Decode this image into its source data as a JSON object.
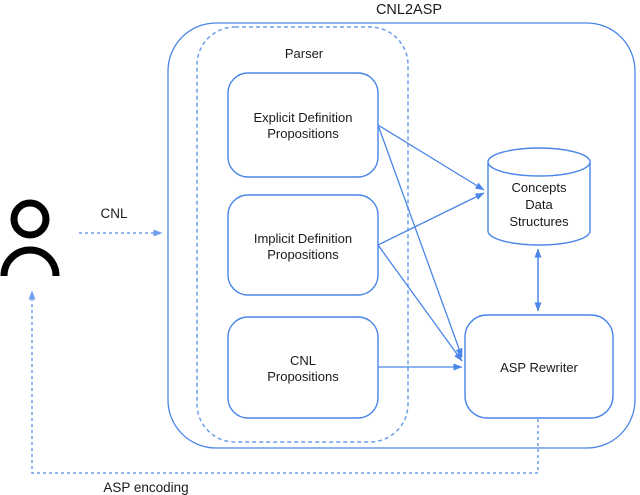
{
  "title": "CNL2ASP",
  "colors": {
    "solid_line": "#4a86e8",
    "dashed_line": "#6d9eeb",
    "text_color": "#1a1a1a",
    "actor_color": "#000000",
    "canvas_bg": "#ffffff"
  },
  "parser": {
    "label": "Parser"
  },
  "nodes": {
    "explicit": {
      "line1": "Explicit Definition",
      "line2": "Propositions"
    },
    "implicit": {
      "line1": "Implicit Definition",
      "line2": "Propositions"
    },
    "cnl_propositions": {
      "line1": "CNL",
      "line2": "Propositions"
    },
    "concepts_store": {
      "line1": "Concepts",
      "line2": "Data",
      "line3": "Structures"
    },
    "asp_rewriter": {
      "label": "ASP Rewriter"
    }
  },
  "edges": {
    "cnl_input": {
      "label": "CNL",
      "style": "dashed"
    },
    "asp_encoding": {
      "label": "ASP encoding",
      "style": "dashed"
    }
  }
}
